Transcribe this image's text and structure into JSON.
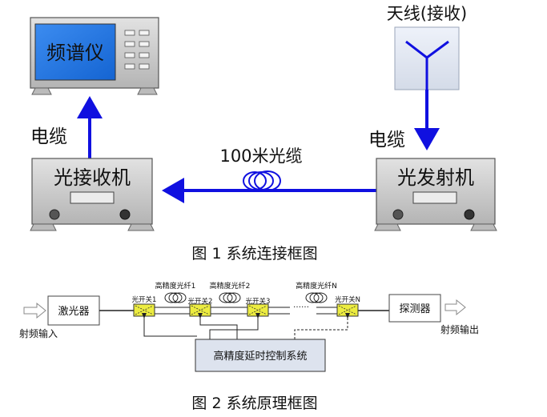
{
  "fig1": {
    "spectrum_analyzer": "频谱仪",
    "antenna": "天线(接收)",
    "cable_left": "电缆",
    "cable_right": "电缆",
    "fiber": "100米光缆",
    "receiver": "光接收机",
    "transmitter": "光发射机",
    "caption": "图 1  系统连接框图"
  },
  "fig2": {
    "laser": "激光器",
    "rf_input": "射频输入",
    "detector": "探测器",
    "rf_output": "射频输出",
    "switches": [
      "光开关1",
      "光开关2",
      "光开关3",
      "光开关N"
    ],
    "fibers": [
      "高精度光纤1",
      "高精度光纤2",
      "高精度光纤N"
    ],
    "ellipsis": "……",
    "controller": "高精度延时控制系统",
    "caption": "图 2  系统原理框图"
  },
  "colors": {
    "arrow_blue": "#1010e0",
    "screen_blue": "#1e78e6",
    "device_gray": "#c8c8c8",
    "switch_yellow": "#ecec40",
    "controller_fill": "#dde3ee"
  }
}
